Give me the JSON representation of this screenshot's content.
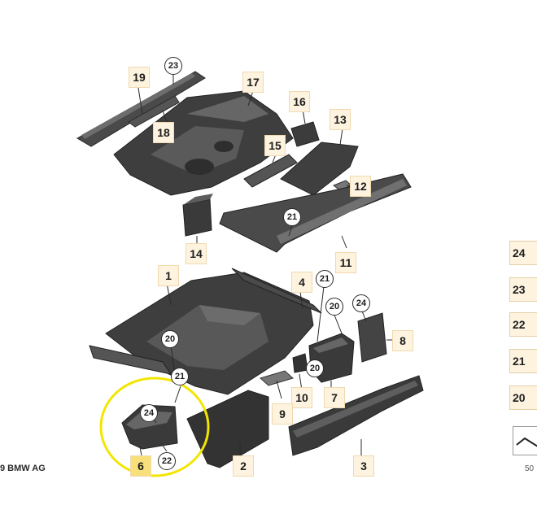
{
  "diagram": {
    "part_labels": [
      "1",
      "2",
      "3",
      "4",
      "6",
      "7",
      "8",
      "9",
      "10",
      "11",
      "12",
      "13",
      "14",
      "15",
      "16",
      "17",
      "18",
      "19"
    ],
    "callouts": [
      "20",
      "20",
      "20",
      "21",
      "21",
      "21",
      "22",
      "23",
      "24",
      "24"
    ],
    "highlight_color": "#f2e600",
    "copyright": "9 BMW AG"
  },
  "side_panel": {
    "items": [
      "24",
      "23",
      "22",
      "21",
      "20"
    ],
    "footer": "50"
  }
}
